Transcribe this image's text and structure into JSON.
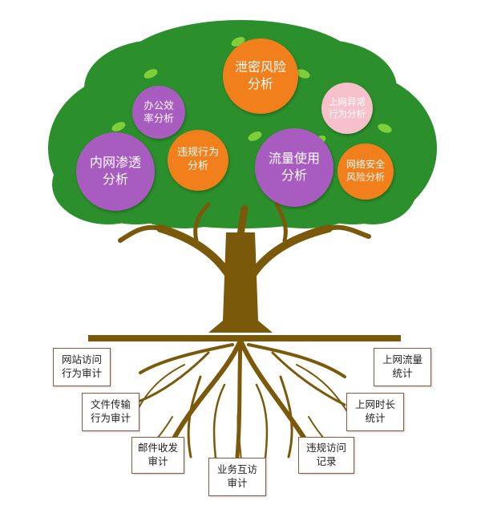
{
  "colors": {
    "orange": "#f07f1c",
    "purple": "#a85cc0",
    "pink": "#f7c1cb",
    "foliage": "#2b8f2b",
    "trunk": "#7a5a0a",
    "box_border": "#8a5a3a"
  },
  "branches": {
    "b1": "泄密风险\n分析",
    "b2": "办公效\n率分析",
    "b3": "上网异常\n行为分析",
    "b4": "内网渗透\n分析",
    "b5": "违规行为\n分析",
    "b6": "流量使用\n分析",
    "b7": "网络安全\n风险分析"
  },
  "roots": {
    "r1": "网站访问\n行为审计",
    "r2": "文件传输\n行为审计",
    "r3": "邮件收发\n审计",
    "r4": "业务互访\n审计",
    "r5": "违规访问\n记录",
    "r6": "上网时长\n统计",
    "r7": "上网流量\n统计"
  }
}
